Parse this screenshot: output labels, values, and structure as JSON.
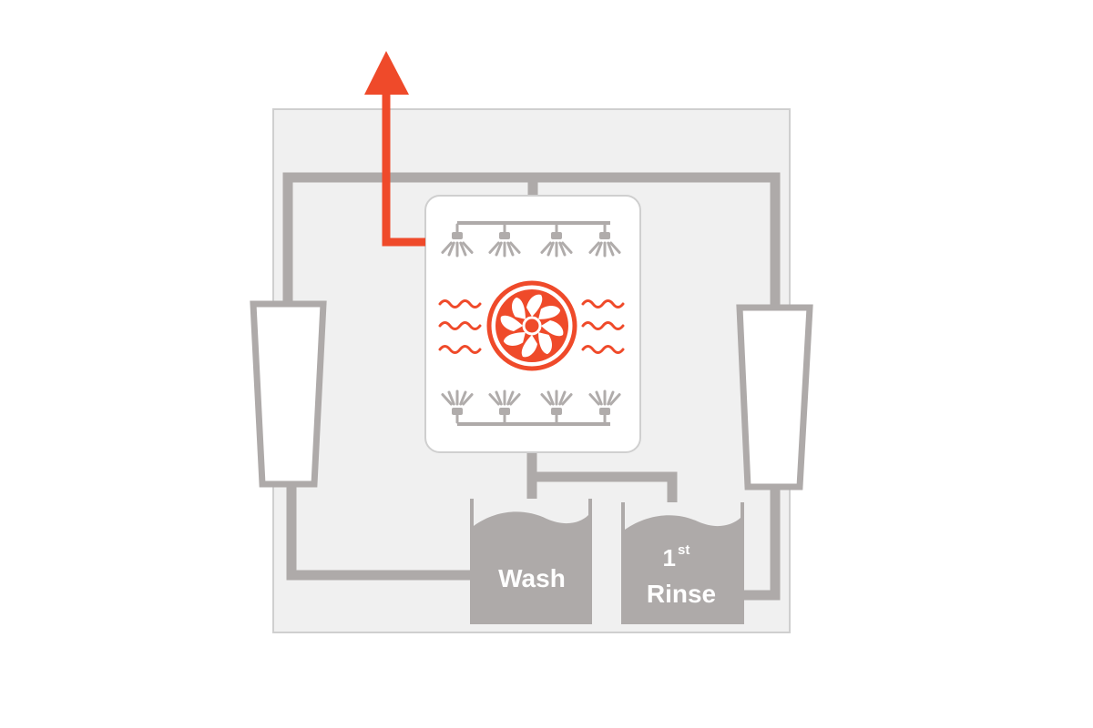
{
  "colors": {
    "pipe": "#aeaaa9",
    "nozzle": "#b0acab",
    "accent": "#ef4a2a",
    "frame_fill": "#f0f0f0",
    "frame_stroke": "#cfcfcf",
    "chamber_fill": "#ffffff",
    "chamber_stroke": "#cfcfcf",
    "tank": "#aeaaa9"
  },
  "tanks": {
    "wash": {
      "label": "Wash"
    },
    "rinse": {
      "label_number": "1",
      "label_superscript": "st",
      "label_word": "Rinse"
    }
  },
  "icons": {
    "exhaust": "arrow-up-icon",
    "fan": "fan-icon",
    "heat": "heat-wave-icon",
    "spray": "spray-nozzle-icon"
  }
}
